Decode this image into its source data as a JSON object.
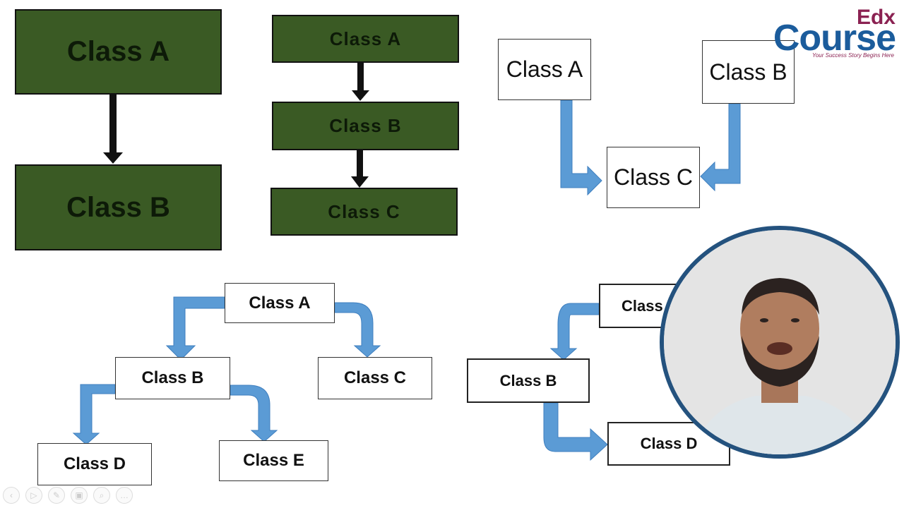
{
  "diagrams": {
    "single": {
      "a": "Class A",
      "b": "Class B"
    },
    "multilevel": {
      "a": "Class A",
      "b": "Class B",
      "c": "Class C"
    },
    "multiple": {
      "a": "Class A",
      "b": "Class B",
      "c": "Class C"
    },
    "hierarchical": {
      "a": "Class A",
      "b": "Class B",
      "c": "Class C",
      "d": "Class D",
      "e": "Class E"
    },
    "hybrid": {
      "a": "Class",
      "b": "Class B",
      "d": "Class D"
    }
  },
  "logo": {
    "top": "Edx",
    "main": "Course",
    "tagline": "Your Success Story Begins Here"
  },
  "colors": {
    "green_box": "#3a5a24",
    "arrow_blue": "#5b9bd5",
    "logo_blue": "#1b5c9c",
    "logo_maroon": "#8b2252",
    "frame": "#24527e"
  },
  "toolbar": {
    "icons": [
      "prev-icon",
      "play-icon",
      "pen-icon",
      "slides-icon",
      "zoom-icon",
      "more-icon"
    ]
  }
}
